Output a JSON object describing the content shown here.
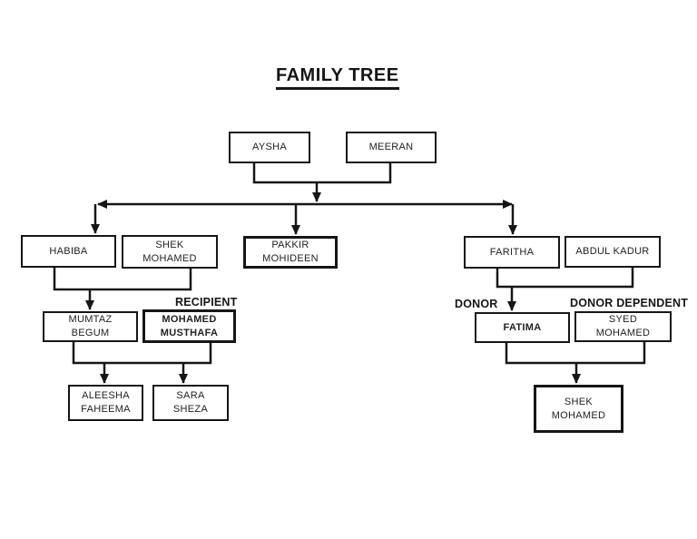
{
  "page": {
    "title": "FAMILY TREE"
  },
  "nodes": {
    "aysha": {
      "label": "AYSHA"
    },
    "meeran": {
      "label": "MEERAN"
    },
    "habiba": {
      "label": "HABIBA"
    },
    "shek_mohamed_sr": {
      "label": "SHEK\nMOHAMED"
    },
    "pakkir_mohideen": {
      "label": "PAKKIR\nMOHIDEEN"
    },
    "faritha": {
      "label": "FARITHA"
    },
    "abdul_kadur": {
      "label": "ABDUL KADUR"
    },
    "mumtaz_begum": {
      "label": "MUMTAZ\nBEGUM"
    },
    "mohamed_musthafa": {
      "label": "MOHAMED\nMUSTHAFA"
    },
    "fatima": {
      "label": "FATIMA"
    },
    "syed_mohamed": {
      "label": "SYED\nMOHAMED"
    },
    "aleesha_faheema": {
      "label": "ALEESHA\nFAHEEMA"
    },
    "sara_sheza": {
      "label": "SARA\nSHEZA"
    },
    "shek_mohamed_jr": {
      "label": "SHEK\nMOHAMED"
    }
  },
  "annotations": {
    "recipient": {
      "label": "RECIPIENT"
    },
    "donor": {
      "label": "DONOR"
    },
    "donor_dependent": {
      "label": "DONOR DEPENDENT"
    }
  },
  "relations": [
    {
      "parents": [
        "AYSHA",
        "MEERAN"
      ],
      "children": [
        "HABIBA",
        "PAKKIR MOHIDEEN",
        "FARITHA"
      ]
    },
    {
      "parents": [
        "HABIBA",
        "SHEK MOHAMED"
      ],
      "children": [
        "MUMTAZ BEGUM"
      ]
    },
    {
      "parents": [
        "FARITHA",
        "ABDUL KADUR"
      ],
      "children": [
        "FATIMA"
      ]
    },
    {
      "parents": [
        "MUMTAZ BEGUM",
        "MOHAMED MUSTHAFA"
      ],
      "children": [
        "ALEESHA FAHEEMA",
        "SARA SHEZA"
      ]
    },
    {
      "parents": [
        "FATIMA",
        "SYED MOHAMED"
      ],
      "children": [
        "SHEK MOHAMED"
      ]
    }
  ],
  "colors": {
    "line": "#161616",
    "text": "#222222",
    "background": "#ffffff"
  }
}
